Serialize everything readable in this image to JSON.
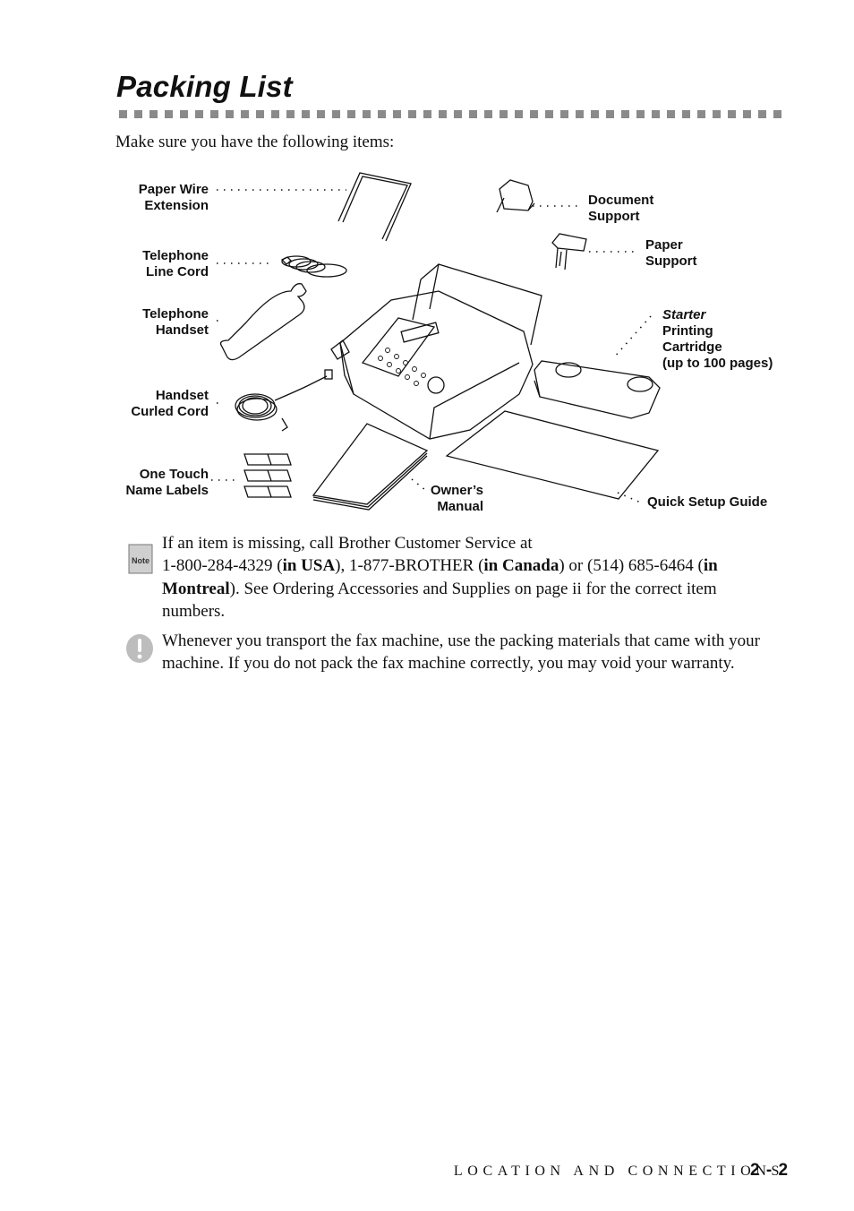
{
  "heading": "Packing List",
  "intro": "Make sure you have the following items:",
  "labels": {
    "paper_wire": [
      "Paper Wire",
      "Extension"
    ],
    "line_cord": [
      "Telephone",
      "Line Cord"
    ],
    "handset": [
      "Telephone",
      "Handset"
    ],
    "curled_cord": [
      "Handset",
      "Curled Cord"
    ],
    "name_labels": [
      "One Touch",
      "Name Labels"
    ],
    "owners_manual": [
      "Owner’s",
      "Manual"
    ],
    "quick_setup": "Quick Setup Guide",
    "document_support": [
      "Document",
      "Support"
    ],
    "paper_support": [
      "Paper",
      "Support"
    ],
    "cartridge": {
      "em": "Starter",
      "lines": [
        "Printing",
        "Cartridge",
        "(up to 100 pages)"
      ]
    }
  },
  "note": {
    "icon_label": "Note",
    "text_1": "If an item is missing, call Brother Customer Service at",
    "text_2": "1-800-284-4329 (",
    "bold_1": "in USA",
    "text_3": "), 1-877-BROTHER (",
    "bold_2": "in Canada",
    "text_4": ") or (514) 685-6464 (",
    "bold_3": "in Montreal",
    "text_5": "). See Ordering Accessories and Supplies on page ii for the correct item numbers."
  },
  "warning": {
    "icon": "exclamation-icon",
    "text": "Whenever you transport the fax machine, use the packing materials that came with your machine. If you do not pack the fax machine correctly, you may void your warranty."
  },
  "footer": {
    "section": "LOCATION AND CONNECTIONS",
    "page": "2 - 2"
  }
}
